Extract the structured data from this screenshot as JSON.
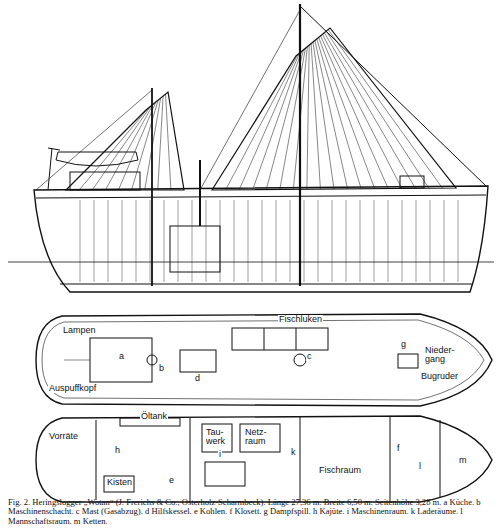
{
  "diagram": {
    "caption": "Fig. 2. Heringslogger „Wotan“ (J. Frerichs & Co., Osterholz-Scharmbeck). Länge 27,36 m. Breite 6,50 m. Seitenhöhe 3,28 m. a Küche. b Maschinenschacht. c Mast (Gasabzug). d Hilfskessel. e Kohlen. f Klosett. g Dampfspill. h Kajüte. i Maschinenraum. k Laderäume. l Mannschaftsraum. m Ketten.",
    "labels": [
      "Lampen",
      "Fischluken",
      "Nieder- gang",
      "Bugruder",
      "Auspuffkopf",
      "a",
      "b",
      "d",
      "c",
      "g",
      "Öltank",
      "Vorräte",
      "Tau- werk",
      "Netz- raum",
      "Fischraum",
      "Kisten",
      "h",
      "i",
      "k",
      "e",
      "f",
      "l",
      "m"
    ]
  }
}
